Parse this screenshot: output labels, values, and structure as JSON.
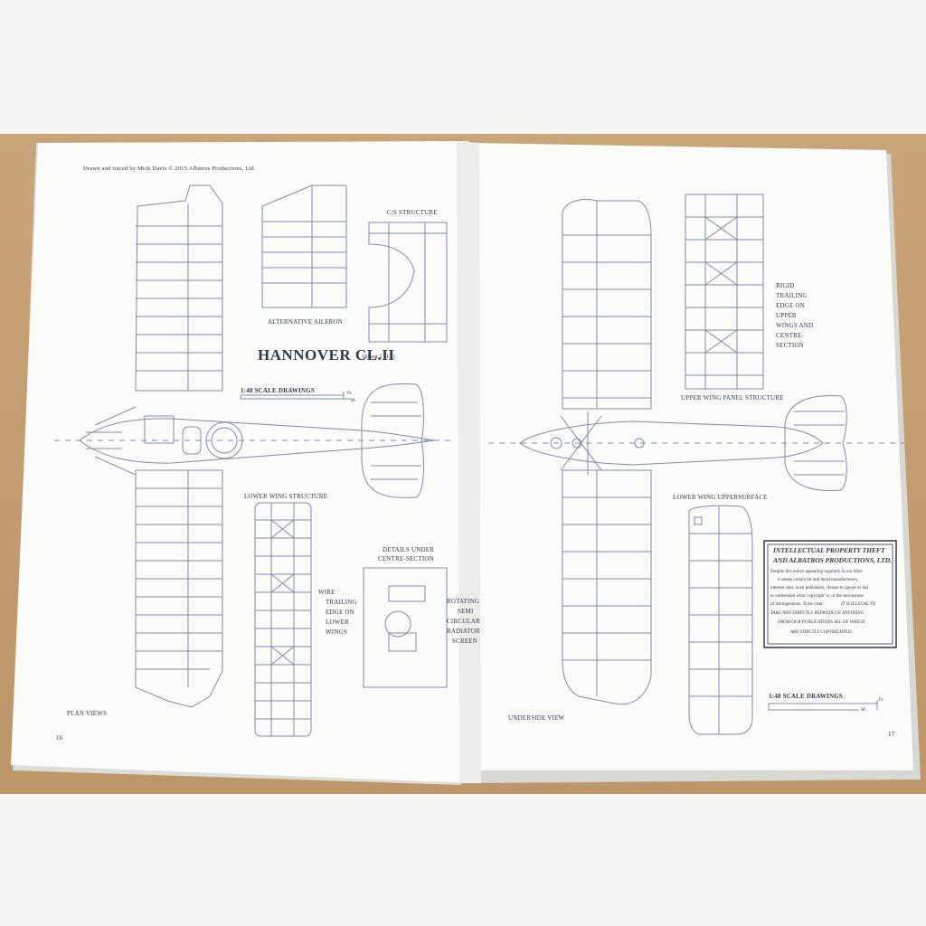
{
  "left_page": {
    "credit": "Drawn and traced by Mick Davis © 2015 Albatros Productions, Ltd.",
    "labels": {
      "alt_aileron": "ALTERNATIVE AILERON",
      "cs_structure": "C/S STRUCTURE",
      "lower_wing_structure": "LOWER WING STRUCTURE",
      "details_1": "DETAILS UNDER",
      "details_2": "CENTRE-SECTION",
      "wire_1": "WIRE",
      "wire_2": "TRAILING",
      "wire_3": "EDGE ON",
      "wire_4": "LOWER",
      "wire_5": "WINGS",
      "rot_1": "ROTATING",
      "rot_2": "SEMI",
      "rot_3": "CIRCULAR",
      "rot_4": "RADIATOR",
      "rot_5": "SCREEN",
      "plan_views": "PLAN VIEWS",
      "page_no": "16"
    },
    "title": "HANNOVER CL.II",
    "sheet": "(Sheet 2 of 2)",
    "scale": "1:48 SCALE DRAWINGS",
    "scale_ft": "Ft.",
    "scale_m": "M."
  },
  "right_page": {
    "labels": {
      "rigid_1": "RIGID",
      "rigid_2": "TRAILING",
      "rigid_3": "EDGE ON",
      "rigid_4": "UPPER",
      "rigid_5": "WINGS AND",
      "rigid_6": "CENTRE-",
      "rigid_7": "SECTION",
      "upper_panel": "UPPER WING PANEL STRUCTURE",
      "lower_upper": "LOWER WING UPPERSURFACE",
      "underside": "UNDERSIDE VIEW",
      "page_no": "17"
    },
    "notice": {
      "title_1": "INTELLECTUAL PROPERTY THEFT",
      "title_2": "AND ALBATROS PRODUCTIONS, LTD.",
      "body_1": "Despite this notice appearing regularly in our titles",
      "body_2": "it seems certain kit and decal manufacturers,",
      "body_3": "internet sites, even publishers, choose to ignore or fail",
      "body_4": "to understand what 'copyright' is, or the seriousness",
      "body_5": "of infringements. To be clear:",
      "body_6": "IT IS ILLEGAL TO",
      "body_7": "TAKE AND DIRECTLY REPRODUCE ANYTHING",
      "body_8": "FROM OUR PUBLICATIONS ALL OF WHICH",
      "body_9": "ARE STRICTLY COPYRIGHTED."
    },
    "scale": "1:48 SCALE DRAWINGS",
    "scale_ft": "Ft.",
    "scale_m": "M."
  }
}
